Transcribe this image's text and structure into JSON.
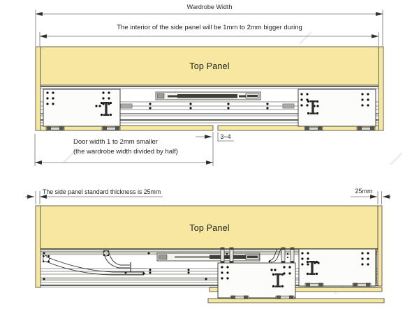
{
  "colors": {
    "panel_yellow": "#F6E7A1",
    "outline": "#2E2E29",
    "metal_gray": "#D8D8D0",
    "dark_metal": "#3F3F3A"
  },
  "top_diagram": {
    "wardrobe_width_label": "Wardrobe Width",
    "interior_note": "The interior of the side panel will be 1mm to 2mm bigger during",
    "top_panel_label": "Top Panel",
    "door_gap_label": "3~4",
    "door_width_note_line1": "Door width 1 to 2mm smaller",
    "door_width_note_line2": "(the wardrobe width divided by half)"
  },
  "bottom_diagram": {
    "side_panel_note": "The side panel standard thickness is 25mm",
    "side_panel_thickness_label": "25mm",
    "top_panel_label": "Top Panel"
  }
}
